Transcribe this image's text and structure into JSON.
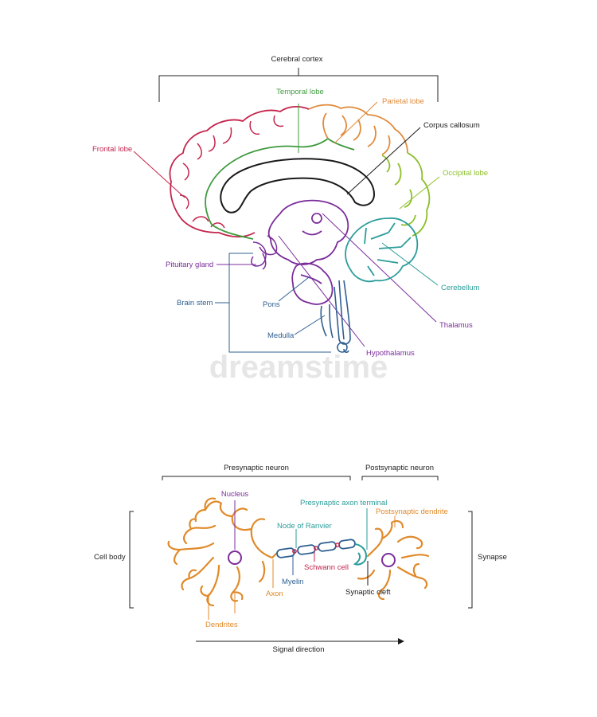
{
  "brain": {
    "cerebral_cortex": "Cerebral cortex",
    "temporal_lobe": "Temporal lobe",
    "parietal_lobe": "Parietal lobe",
    "corpus_callosum": "Corpus callosum",
    "frontal_lobe": "Frontal lobe",
    "occipital_lobe": "Occipital lobe",
    "pituitary_gland": "Pituitary gland",
    "brain_stem": "Brain stem",
    "pons": "Pons",
    "cerebellum": "Cerebellum",
    "medulla": "Medulla",
    "thalamus": "Thalamus",
    "hypothalamus": "Hypothalamus"
  },
  "watermark": "dreamstime",
  "neuron": {
    "presynaptic_neuron": "Presynaptic neuron",
    "postsynaptic_neuron": "Postsynaptic neuron",
    "nucleus": "Nucleus",
    "presynaptic_axon_terminal": "Presynaptic axon terminal",
    "postsynaptic_dendrite": "Postsynaptic dendrite",
    "node_of_ranvier": "Node of Ranvier",
    "cell_body": "Cell body",
    "synapse": "Synapse",
    "schwann_cell": "Schwann cell",
    "myelin": "Myelin",
    "axon": "Axon",
    "synaptic_cleft": "Synaptic cleft",
    "dendrites": "Dendrites",
    "signal_direction": "Signal direction"
  },
  "colors": {
    "frontal": "#c4244c",
    "temporal": "#3f9a3f",
    "parietal": "#e08a3a",
    "occipital": "#8cbf2a",
    "cerebellum": "#2a9d9a",
    "purple": "#7b2d9b",
    "stem": "#2f5f91",
    "black": "#1a1a1a",
    "orange": "#e08a2a",
    "teal": "#2a9d9a"
  }
}
